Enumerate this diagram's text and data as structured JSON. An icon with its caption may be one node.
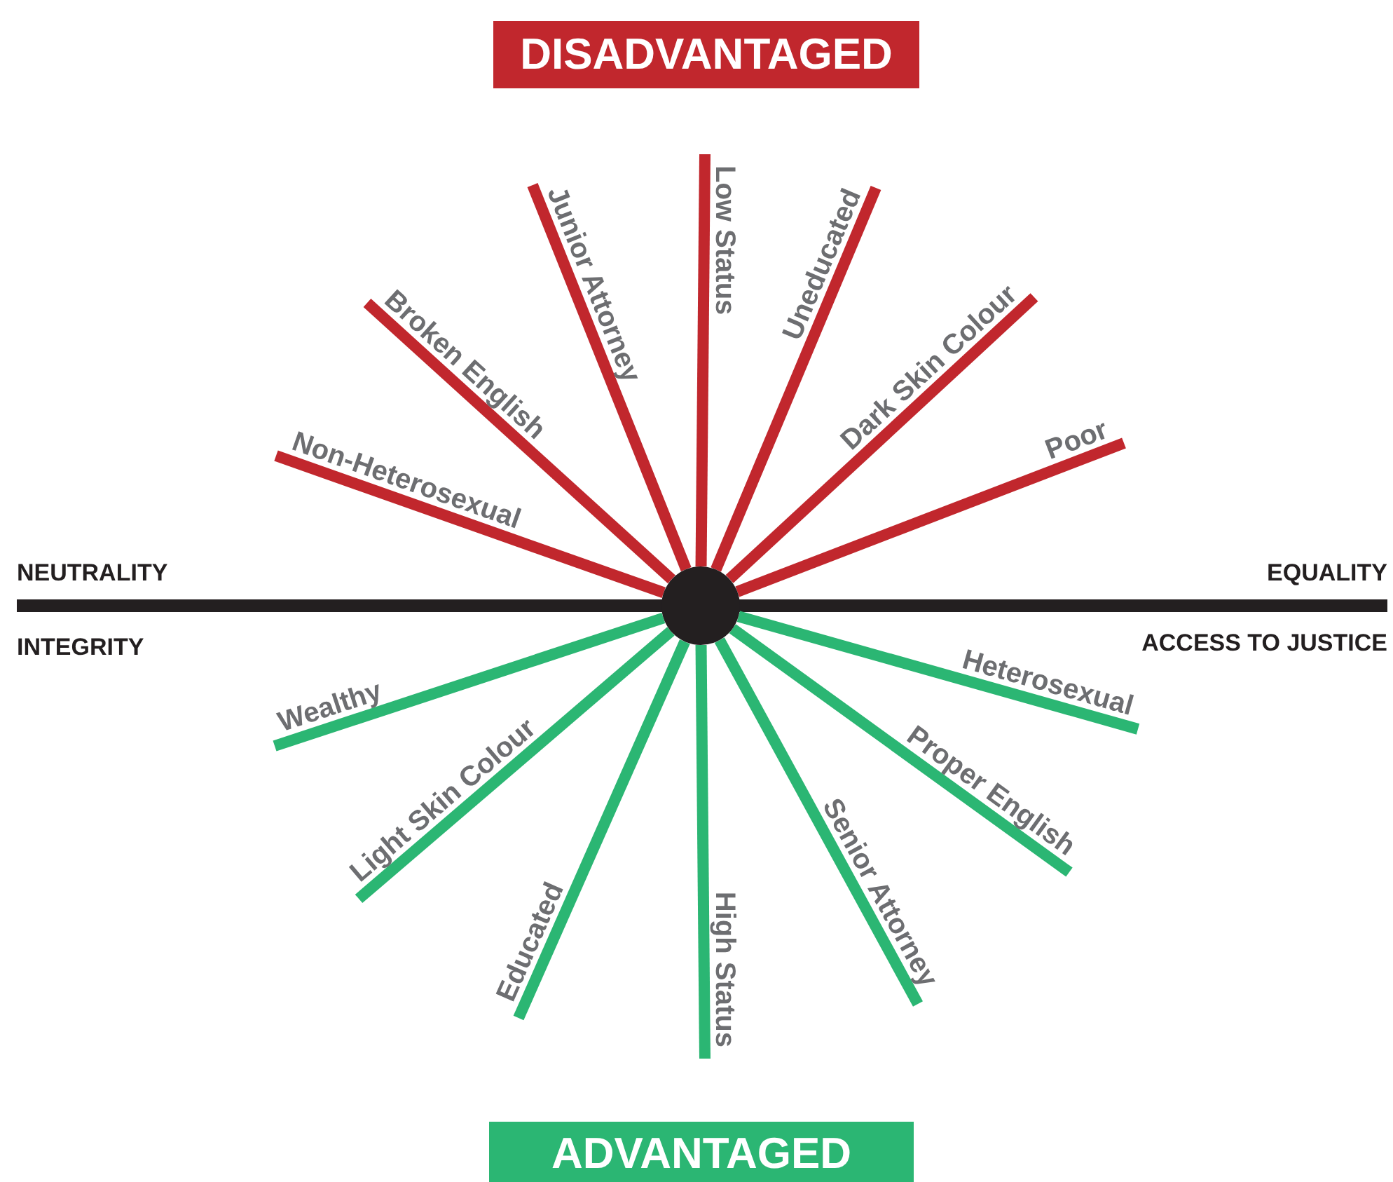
{
  "diagram": {
    "nodes": [
      {
        "text": [
          "DISADVANTAGED"
        ]
      },
      {
        "text": [
          "ADVANTAGED"
        ]
      },
      {
        "text": [],
        "shape": "circle"
      }
    ],
    "edges": [
      {
        "from": 2,
        "to": null,
        "arrow": "none",
        "label": "Non-Heterosexual",
        "color": "#c1272d"
      },
      {
        "from": 2,
        "to": null,
        "arrow": "none",
        "label": "Broken English",
        "color": "#c1272d"
      },
      {
        "from": 2,
        "to": null,
        "arrow": "none",
        "label": "Junior Attorney",
        "color": "#c1272d"
      },
      {
        "from": 2,
        "to": null,
        "arrow": "none",
        "label": "Low Status",
        "color": "#c1272d"
      },
      {
        "from": 2,
        "to": null,
        "arrow": "none",
        "label": "Uneducated",
        "color": "#c1272d"
      },
      {
        "from": 2,
        "to": null,
        "arrow": "none",
        "label": "Dark Skin Colour",
        "color": "#c1272d"
      },
      {
        "from": 2,
        "to": null,
        "arrow": "none",
        "label": "Poor",
        "color": "#c1272d"
      },
      {
        "from": 2,
        "to": null,
        "arrow": "none",
        "label": "Wealthy",
        "color": "#2bb673"
      },
      {
        "from": 2,
        "to": null,
        "arrow": "none",
        "label": "Light Skin Colour",
        "color": "#2bb673"
      },
      {
        "from": 2,
        "to": null,
        "arrow": "none",
        "label": "Educated",
        "color": "#2bb673"
      },
      {
        "from": 2,
        "to": null,
        "arrow": "none",
        "label": "High Status",
        "color": "#2bb673"
      },
      {
        "from": 2,
        "to": null,
        "arrow": "none",
        "label": "Senior Attorney",
        "color": "#2bb673"
      },
      {
        "from": 2,
        "to": null,
        "arrow": "none",
        "label": "Proper English",
        "color": "#2bb673"
      },
      {
        "from": 2,
        "to": null,
        "arrow": "none",
        "label": "Heterosexual",
        "color": "#2bb673"
      }
    ],
    "labels": [
      "NEUTRALITY",
      "EQUALITY",
      "INTEGRITY",
      "ACCESS TO JUSTICE"
    ]
  }
}
